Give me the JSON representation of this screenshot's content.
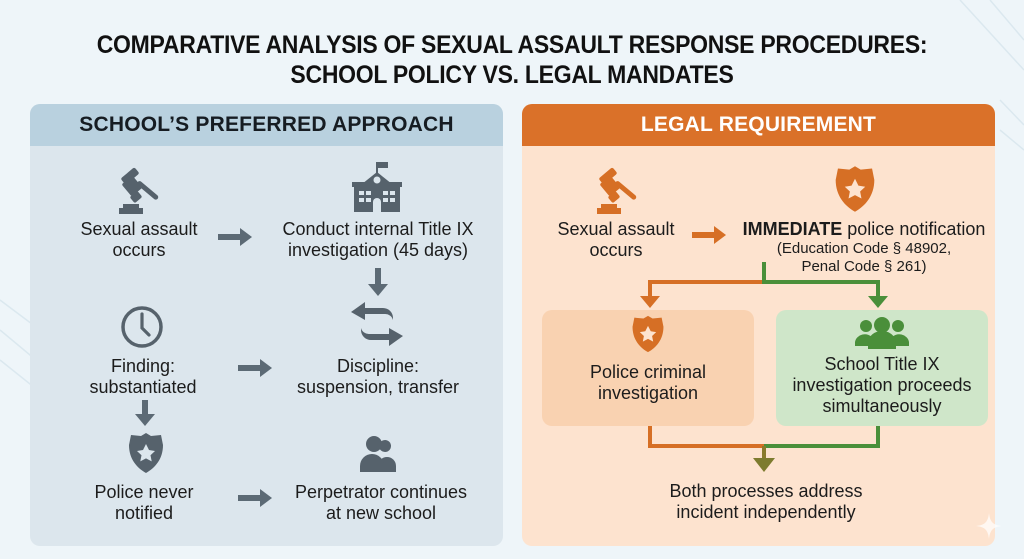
{
  "title": {
    "line1": "COMPARATIVE ANALYSIS OF SEXUAL ASSAULT RESPONSE PROCEDURES:",
    "line2": "SCHOOL POLICY VS. LEGAL MANDATES"
  },
  "colors": {
    "left_header": "#b9d1df",
    "left_body": "#dce6ed",
    "left_icon": "#56626c",
    "right_header": "#da7129",
    "right_body": "#fde3cf",
    "orange_accent": "#d66f25",
    "green_accent": "#4a8f3a",
    "orange_box": "#f9d2b1",
    "green_box": "#cfe6c9"
  },
  "left": {
    "header": "SCHOOL’S PREFERRED APPROACH",
    "steps": [
      {
        "icon": "gavel-icon",
        "line1": "Sexual assault",
        "line2": "occurs"
      },
      {
        "icon": "school-building-icon",
        "line1": "Conduct internal Title IX",
        "line2": "investigation (45 days)"
      },
      {
        "icon": "clock-icon",
        "line1": "Finding:",
        "line2": "substantiated"
      },
      {
        "icon": "transfer-arrows-icon",
        "line1": "Discipline:",
        "line2": "suspension, transfer"
      },
      {
        "icon": "police-badge-icon",
        "line1": "Police never",
        "line2": "notified"
      },
      {
        "icon": "people-icon",
        "line1": "Perpetrator continues",
        "line2": "at new school"
      }
    ]
  },
  "right": {
    "header": "LEGAL REQUIREMENT",
    "start": {
      "icon": "gavel-icon",
      "line1": "Sexual assault",
      "line2": "occurs"
    },
    "notify": {
      "icon": "police-badge-icon",
      "emphasis": "IMMEDIATE",
      "rest": " police notification",
      "cite1": "(Education Code § 48902,",
      "cite2": "Penal Code § 261)"
    },
    "branch_police": {
      "icon": "police-badge-icon",
      "line1": "Police criminal",
      "line2": "investigation"
    },
    "branch_school": {
      "icon": "group-icon",
      "line1": "School Title IX",
      "line2": "investigation proceeds",
      "line3": "simultaneously"
    },
    "outcome": {
      "line1": "Both processes address",
      "line2": "incident independently"
    }
  }
}
